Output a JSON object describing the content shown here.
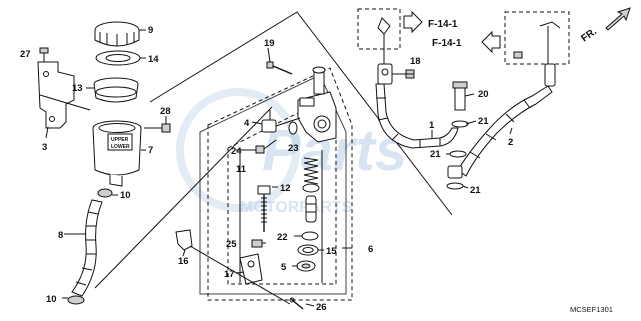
{
  "diagram": {
    "code": "MCSEF1301",
    "direction_label": "FR.",
    "references": [
      "F-14-1",
      "F-14-1"
    ],
    "cup_label": [
      "UPPER",
      "LOWER"
    ],
    "watermark": [
      "Parts",
      "MOTORPARTS"
    ],
    "callouts": {
      "c9": "9",
      "c27": "27",
      "c14": "14",
      "c13": "13",
      "c28": "28",
      "c3": "3",
      "c7": "7",
      "c10a": "10",
      "c8": "8",
      "c10b": "10",
      "c19": "19",
      "c4": "4",
      "c24": "24",
      "c23": "23",
      "c11": "11",
      "c12": "12",
      "c22": "22",
      "c25": "25",
      "c15": "15",
      "c5": "5",
      "c16": "16",
      "c17": "17",
      "c6": "6",
      "c26": "26",
      "c18": "18",
      "c20": "20",
      "c1": "1",
      "c21a": "21",
      "c21b": "21",
      "c2": "2",
      "c21c": "21"
    }
  }
}
